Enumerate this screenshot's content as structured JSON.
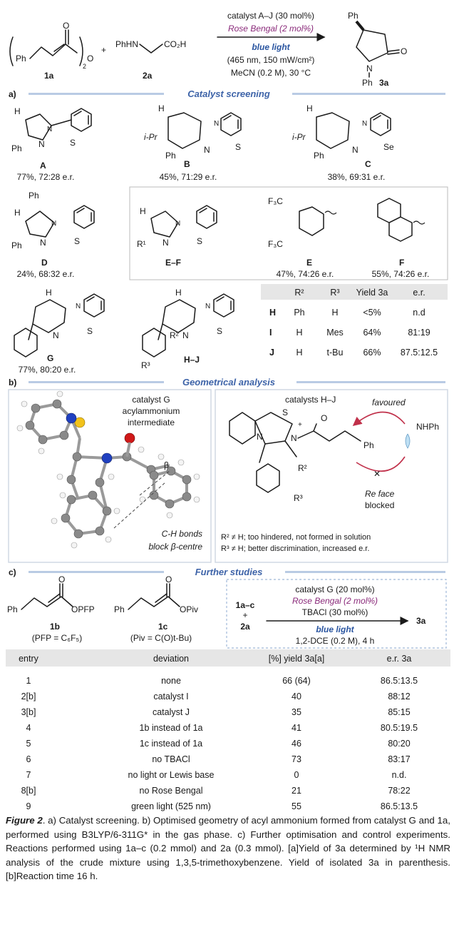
{
  "scheme": {
    "reagent_1a": "1a",
    "reagent_2a_formula": "PhHN",
    "reagent_2a_acid": "CO₂H",
    "reagent_2a": "2a",
    "plus": "+",
    "cond_catalyst": "catalyst A–J (30 mol%)",
    "cond_photocat": "Rose Bengal (2 mol%)",
    "cond_light": "blue light",
    "cond_light_spec": "(465 nm, 150 mW/cm²)",
    "cond_solvent": "MeCN (0.2 M), 30 °C",
    "product": "3a"
  },
  "sections": {
    "a": {
      "letter": "a)",
      "title": "Catalyst screening"
    },
    "b": {
      "letter": "b)",
      "title": "Geometrical analysis"
    },
    "c": {
      "letter": "c)",
      "title": "Further studies"
    }
  },
  "catalysts": [
    {
      "id": "A",
      "result": "77%, 72:28 e.r."
    },
    {
      "id": "B",
      "result": "45%, 71:29 e.r."
    },
    {
      "id": "C",
      "result": "38%, 69:31 e.r."
    },
    {
      "id": "D",
      "result": "24%, 68:32 e.r."
    },
    {
      "id": "E–F",
      "result": ""
    },
    {
      "id": "E",
      "result": "47%, 74:26 e.r."
    },
    {
      "id": "F",
      "result": "55%, 74:26 e.r."
    },
    {
      "id": "G",
      "result": "77%, 80:20 e.r."
    },
    {
      "id": "H–J",
      "result": ""
    }
  ],
  "hj_table": {
    "headers": [
      "",
      "R²",
      "R³",
      "Yield 3a",
      "e.r."
    ],
    "rows": [
      [
        "H",
        "Ph",
        "H",
        "<5%",
        "n.d"
      ],
      [
        "I",
        "H",
        "Mes",
        "64%",
        "81:19"
      ],
      [
        "J",
        "H",
        "t-Bu",
        "66%",
        "87.5:12.5"
      ]
    ]
  },
  "geometry": {
    "left_title1": "catalyst G",
    "left_title2": "acylammonium",
    "left_title3": "intermediate",
    "beta": "β",
    "left_note1": "C-H bonds",
    "left_note2": "block β-centre",
    "right_title": "catalysts H–J",
    "favoured": "favoured",
    "nucleophile": "NHPh",
    "re_face1": "Re face",
    "re_face2": "blocked",
    "note1": "R² ≠ H; too hindered, not formed in solution",
    "note2": "R³ ≠ H; better discrimination, increased e.r."
  },
  "further": {
    "c1b_group": "OPFP",
    "c1b": "1b",
    "c1b_def": "(PFP = C₆F₅)",
    "c1c_group": "OPiv",
    "c1c": "1c",
    "c1c_def": "(Piv = C(O)t-Bu)",
    "reactant_a": "1a–c",
    "reactant_plus": "+",
    "reactant_b": "2a",
    "cond1": "catalyst G (20 mol%)",
    "cond2": "Rose Bengal (2 mol%)",
    "cond3": "TBACl (30 mol%)",
    "cond4": "blue light",
    "cond5": "1,2-DCE (0.2 M), 4 h",
    "product": "3a"
  },
  "opt_table": {
    "headers": [
      "entry",
      "deviation",
      "[%] yield 3a[a]",
      "e.r. 3a"
    ],
    "rows": [
      [
        "1",
        "none",
        "66 (64)",
        "86.5:13.5"
      ],
      [
        "2[b]",
        "catalyst I",
        "40",
        "88:12"
      ],
      [
        "3[b]",
        "catalyst J",
        "35",
        "85:15"
      ],
      [
        "4",
        "1b instead of 1a",
        "41",
        "80.5:19.5"
      ],
      [
        "5",
        "1c instead of 1a",
        "46",
        "80:20"
      ],
      [
        "6",
        "no TBACl",
        "73",
        "83:17"
      ],
      [
        "7",
        "no light or Lewis base",
        "0",
        "n.d."
      ],
      [
        "8[b]",
        "no Rose Bengal",
        "21",
        "78:22"
      ],
      [
        "9",
        "green light (525 nm)",
        "55",
        "86.5:13.5"
      ]
    ]
  },
  "caption": {
    "label": "Figure 2",
    "text": ". a) Catalyst screening. b) Optimised geometry of acyl ammonium formed from catalyst G and 1a, performed using B3LYP/6-311G* in the gas phase. c) Further optimisation and control experiments. Reactions performed using 1a–c (0.2 mmol) and 2a (0.3 mmol). [a]Yield of 3a determined by ¹H NMR analysis of the crude mixture using 1,3,5-trimethoxybenzene. Yield of isolated 3a in parenthesis. [b]Reaction time 16 h."
  }
}
